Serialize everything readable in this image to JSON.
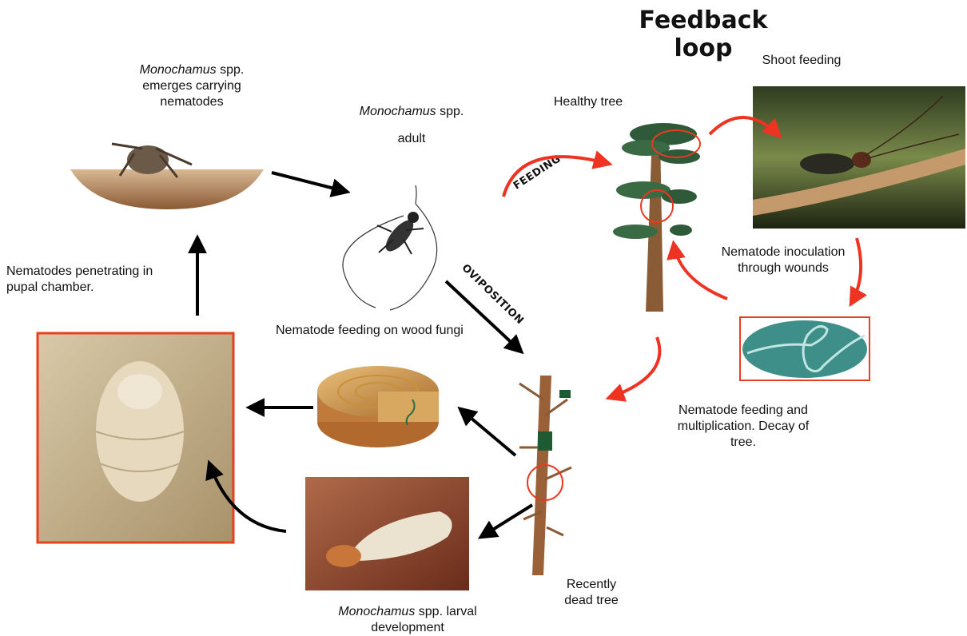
{
  "title": "Feedback loop",
  "labels": {
    "emerges_species": "Monochamus",
    "emerges_rest1": " spp.",
    "emerges_line2": "emerges carrying",
    "emerges_line3": "nematodes",
    "adult_species": "Monochamus",
    "adult_rest": " spp.",
    "adult_line2": "adult",
    "healthy_tree": "Healthy tree",
    "shoot_feeding": "Shoot feeding",
    "inoculation": "Nematode inoculation through wounds",
    "penetrating": "Nematodes penetrating in pupal chamber.",
    "wood_fungi": "Nematode feeding on wood fungi",
    "multiplication": "Nematode feeding and multiplication. Decay of tree.",
    "recently_dead": "Recently dead tree",
    "larval_species": "Monochamus",
    "larval_rest": " spp. larval",
    "larval_line2": "development"
  },
  "verbs": {
    "feeding": "FEEDING",
    "oviposition": "OVIPOSITION"
  },
  "colors": {
    "loop_arrow": "#ee3322",
    "life_arrow": "#000000",
    "frame": "#e8401f"
  }
}
